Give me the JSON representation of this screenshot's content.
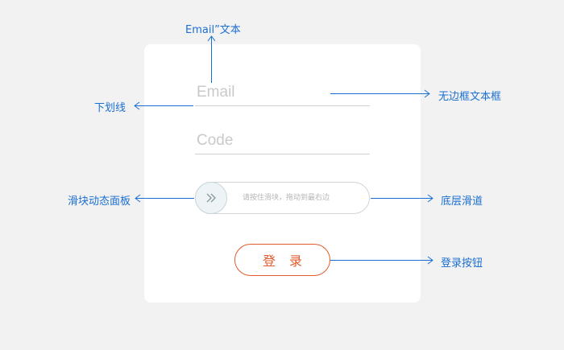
{
  "form": {
    "email_placeholder": "Email",
    "code_placeholder": "Code",
    "slider_hint": "请按住滑块，拖动到最右边",
    "login_label": "登 录"
  },
  "annotations": {
    "email_text": "Email”文本",
    "underline": "下划线",
    "borderless_textbox": "无边框文本框",
    "slider_panel": "滑块动态面板",
    "bottom_track": "底层滑道",
    "login_button": "登录按钮"
  },
  "icons": {
    "slider_knob": "double-chevron-right-icon"
  },
  "colors": {
    "background": "#f2f2f2",
    "card": "#ffffff",
    "annotation": "#1b6fd1",
    "login_accent": "#e25a2b",
    "knob_fill": "#eef4f6"
  }
}
